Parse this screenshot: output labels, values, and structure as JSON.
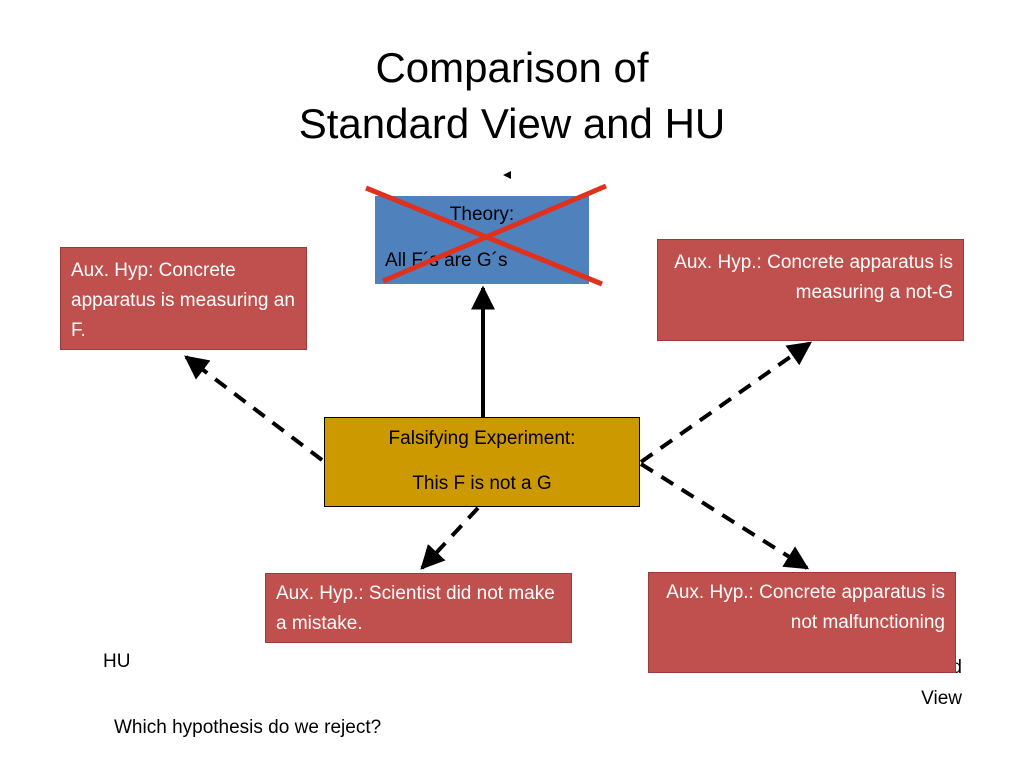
{
  "title": {
    "line1": "Comparison of",
    "line2": "Standard View and HU"
  },
  "theory": {
    "line1": "Theory:",
    "line2": "All F´s are G´s",
    "crossed_out": true,
    "color": "#4f81bd",
    "cross_color": "#e0301e"
  },
  "experiment": {
    "line1": "Falsifying Experiment:",
    "line2": "This F is not a G",
    "color": "#cc9900"
  },
  "aux_hypotheses": {
    "color": "#c0504d",
    "left": "Aux. Hyp: Concrete apparatus is measuring an F.",
    "right_top": "Aux. Hyp.: Concrete apparatus is measuring a not-G",
    "bottom_left": "Aux. Hyp.: Scientist did not make a mistake.",
    "bottom_right": "Aux. Hyp.: Concrete apparatus is not malfunctioning"
  },
  "labels": {
    "hu": "HU",
    "standard_view_1": "Standard",
    "standard_view_2": "View",
    "question": "Which hypothesis do we reject?"
  }
}
